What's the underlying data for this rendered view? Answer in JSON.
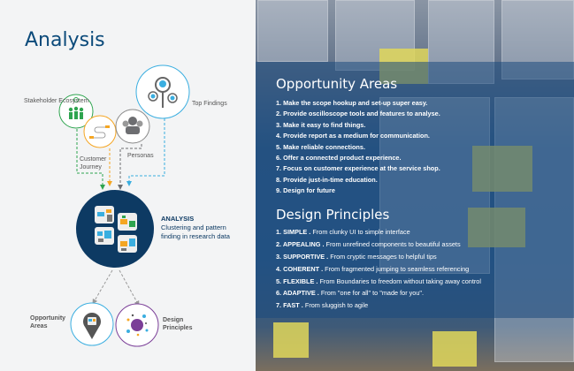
{
  "title": "Analysis",
  "diagram": {
    "inputs": [
      {
        "label": "Stakeholder Ecosystem",
        "color": "#2ea44f"
      },
      {
        "label": "Customer Journey",
        "color": "#f5a623"
      },
      {
        "label": "Personas",
        "color": "#6d6e71"
      },
      {
        "label": "Top Findings",
        "color": "#3aaee0"
      }
    ],
    "center": {
      "title": "ANALYSIS",
      "subtitle_line1": "Clustering and pattern",
      "subtitle_line2": "finding in research data",
      "color": "#0d3a63"
    },
    "outputs": [
      {
        "label": "Opportunity Areas",
        "color": "#3aaee0"
      },
      {
        "label": "Design Principles",
        "color": "#7b3f98"
      }
    ]
  },
  "opportunity_areas": {
    "heading": "Opportunity Areas",
    "items": [
      "1. Make the scope hookup and set-up super easy.",
      "2. Provide oscilloscope tools and features to analyse.",
      "3. Make it easy to find things.",
      "4. Provide report as a medium for communication.",
      "5. Make reliable connections.",
      "6. Offer a connected product experience.",
      "7. Focus on customer experience at the service shop.",
      "8. Provide just-in-time education.",
      "9. Design for future"
    ]
  },
  "design_principles": {
    "heading": "Design Principles",
    "items": [
      {
        "name": "1. SIMPLE .",
        "desc": " From clunky UI to  simple interface"
      },
      {
        "name": "2. APPEALING .",
        "desc": " From unrefined components to beautiful assets"
      },
      {
        "name": "3. SUPPORTIVE .",
        "desc": " From cryptic messages to helpful tips"
      },
      {
        "name": "4. COHERENT .",
        "desc": " From fragmented jumping to seamless referencing"
      },
      {
        "name": "5. FLEXIBLE .",
        "desc": " From Boundaries to  freedom without taking away control"
      },
      {
        "name": "6. ADAPTIVE .",
        "desc": " From \"one for all\" to \"made for you\"."
      },
      {
        "name": "7. FAST .",
        "desc": " From sluggish to agile"
      }
    ]
  }
}
